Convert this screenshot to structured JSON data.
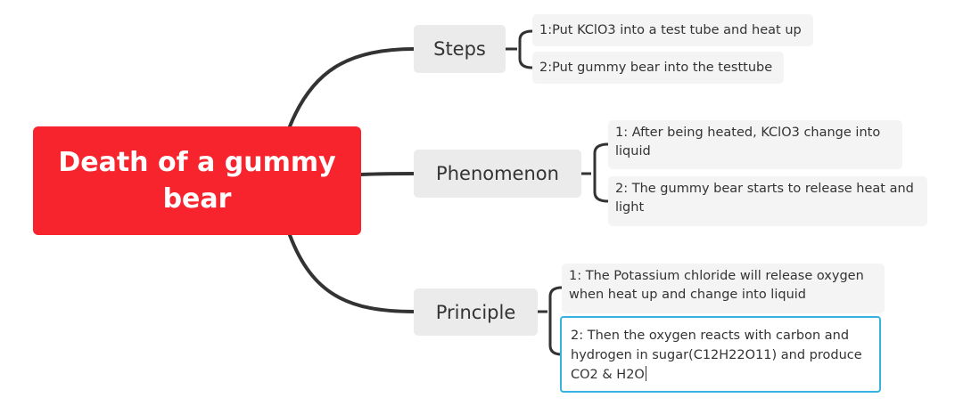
{
  "mindmap": {
    "central_topic": "Death of a gummy bear",
    "line_color": "#333333",
    "central_color": "#f7242e",
    "selection_color": "#37b2e3",
    "branches": [
      {
        "label": "Steps",
        "items": [
          "1:Put KClO3 into a test tube and heat up",
          "2:Put gummy bear into the testtube"
        ]
      },
      {
        "label": "Phenomenon",
        "items": [
          "1: After  being heated, KClO3 change into liquid",
          "2: The gummy bear starts to release heat and light"
        ]
      },
      {
        "label": "Principle",
        "items": [
          "1: The Potassium chloride will release oxygen when heat up and change into liquid",
          "2: Then the oxygen reacts with carbon and hydrogen in sugar(C12H22O11) and produce CO2 & H2O"
        ]
      }
    ]
  }
}
